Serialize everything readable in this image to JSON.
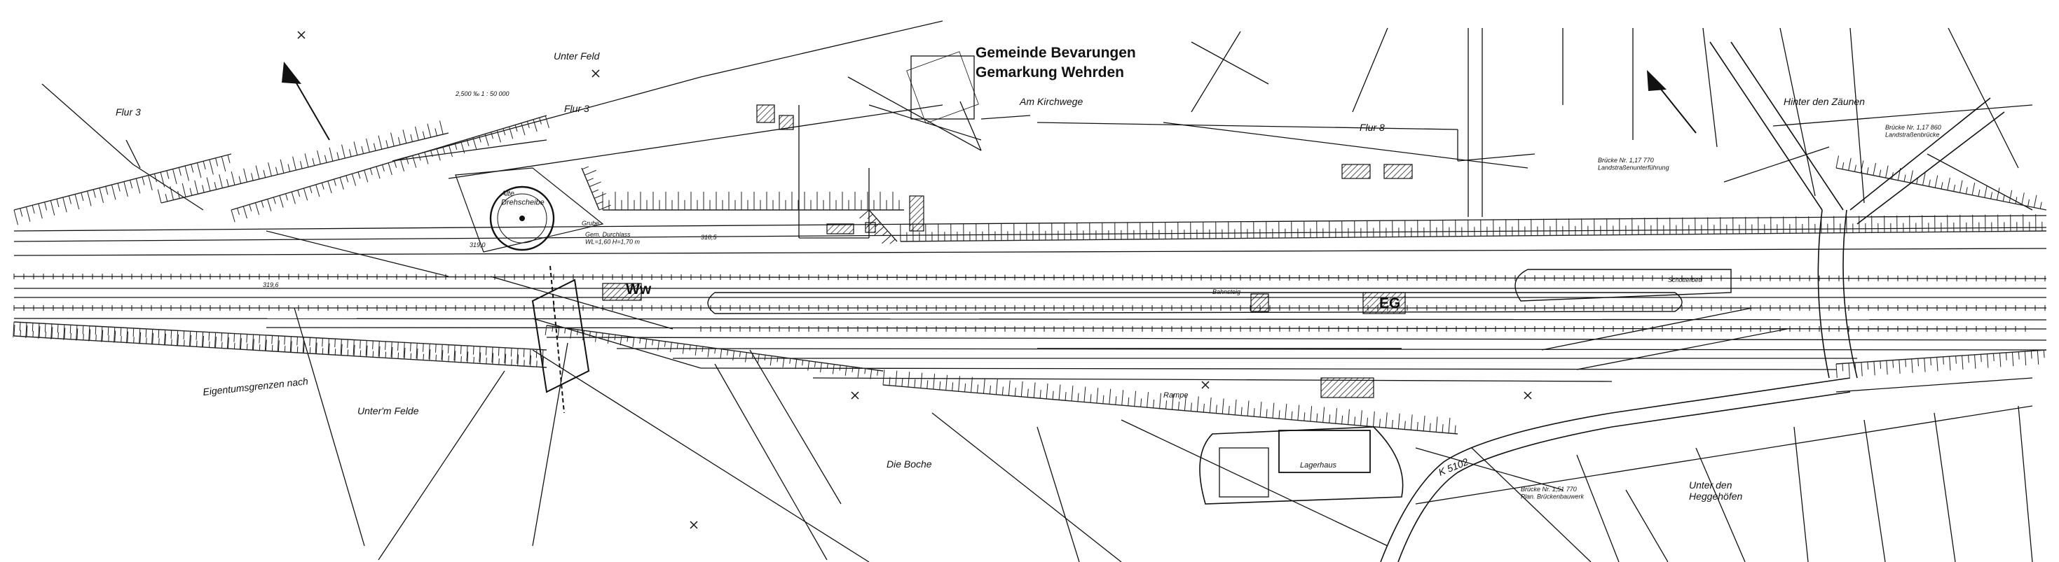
{
  "title": {
    "municipality": "Gemeinde Bevarungen",
    "district": "Gemarkung Wehrden"
  },
  "areas": {
    "unter_feld": "Unter Feld",
    "flur3_left": "Flur 3",
    "flur3_mid": "Flur 3",
    "flur8": "Flur 8",
    "am_kirchwege": "Am Kirchwege",
    "unterm_felde": "Unter'm Felde",
    "die_boche": "Die Boche",
    "hinter_den_zaunen": "Hinter den Zäunen",
    "unter_den_heggehofen": "Unter den\nHeggehöfen",
    "eigentumsgrenze": "Eigentumsgrenzen nach"
  },
  "buildings": {
    "ww": "Ww",
    "eg": "EG",
    "lagerhaus": "Lagerhaus",
    "alte_drehscheibe": "Alte\nDrehscheibe",
    "rampe": "Rampe"
  },
  "road": "K 5102",
  "notes": {
    "grube": "Grube",
    "durchlass": "Gem. Durchlass\nWL=1,60 H=1,70 m",
    "bruecke_right": "Brücke Nr. 1,17 860\nLandstraßenbrücke",
    "bruecke_left": "Brücke Nr. 1,17 770\nLandstraßenunterführung",
    "bruecke_bottom": "Brücke Nr. 1,51 770\nPlan. Brückenbauwerk",
    "gradient": "2,500 ‰ 1 : 50 000",
    "bahnsteig": "Bahnsteig",
    "schotter": "Schotterbett",
    "km_a": "318,5",
    "km_b": "319,0",
    "km_c": "319,6"
  },
  "icons": [
    "north-arrow-icon",
    "north-arrow-icon",
    "cross-marker-icon"
  ],
  "colors": {
    "ink": "#111111",
    "paper": "#ffffff"
  }
}
